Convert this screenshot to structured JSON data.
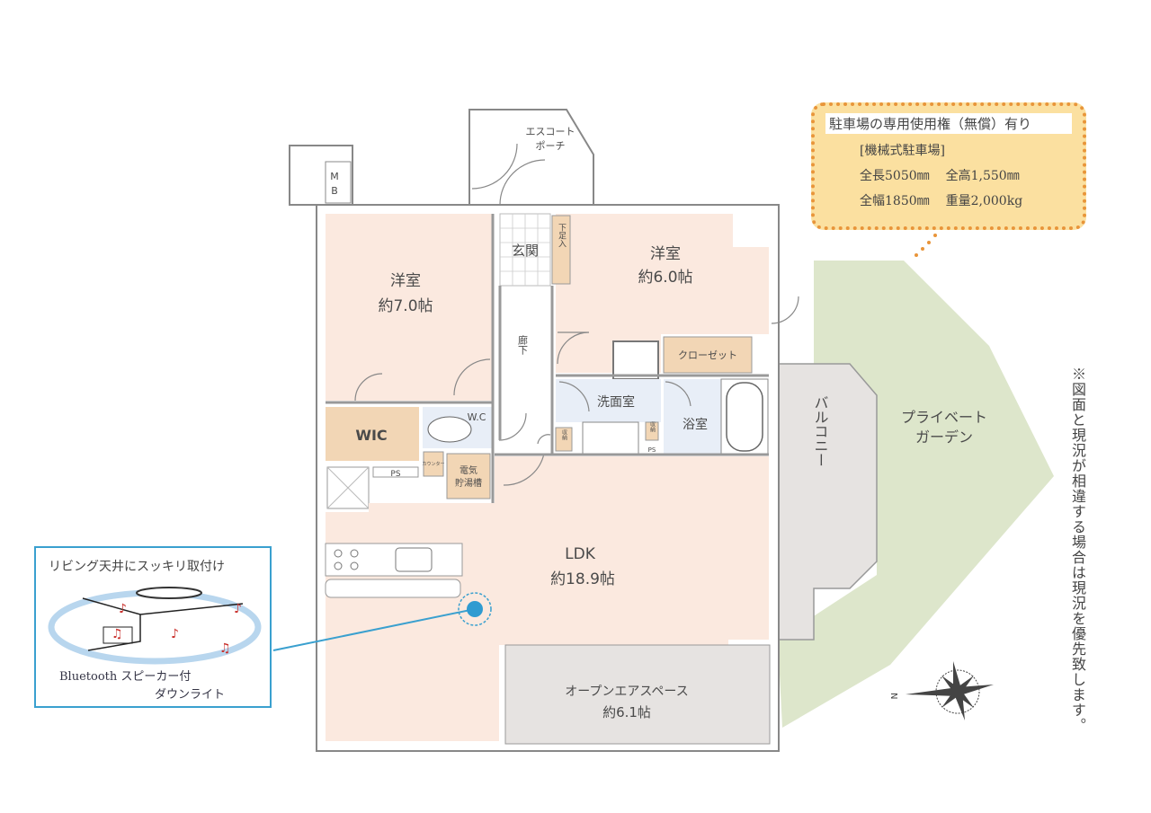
{
  "rooms": {
    "western_room_1": {
      "name": "洋室",
      "size": "約7.0帖"
    },
    "western_room_2": {
      "name": "洋室",
      "size": "約6.0帖"
    },
    "entrance": "玄関",
    "shoe_storage": "下足入",
    "hallway": "廊下",
    "escort_porch": [
      "エスコート",
      "ポーチ"
    ],
    "mb": [
      "M",
      "B"
    ],
    "closet": "クローゼット",
    "washroom": "洗面室",
    "bathroom": "浴室",
    "wic": "WIC",
    "wc": "W.C",
    "ps": "PS",
    "counter": "カウンター",
    "storage": "収納",
    "water_heater": [
      "電気",
      "貯湯槽"
    ],
    "ldk": {
      "name": "LDK",
      "size": "約18.9帖"
    },
    "open_air_space": {
      "name": "オープンエアスペース",
      "size": "約6.1帖"
    },
    "balcony": "バルコニー",
    "private_garden": [
      "プライベート",
      "ガーデン"
    ]
  },
  "parking_note": {
    "title": "駐車場の専用使用権（無償）有り",
    "type": "[機械式駐車場]",
    "specs": [
      [
        "全長5050㎜",
        "全高1,550㎜"
      ],
      [
        "全幅1850㎜",
        "重量2,000kg"
      ]
    ]
  },
  "feature_callout": {
    "heading": "リビング天井にスッキリ取付け",
    "caption_1": "Bluetooth スピーカー付",
    "caption_2": "ダウンライト"
  },
  "compass": {
    "label": "N"
  },
  "disclaimer": "※図面と現況が相違する場合は現況を優先致します。",
  "colors": {
    "room": "#fbe9df",
    "storage": "#f2d6b5",
    "wet": "#e8eef7",
    "garden": "#dde6cb",
    "balcony": "#e6e3e1",
    "callout": "#fbe0a0",
    "accent": "#3aa0cf"
  }
}
